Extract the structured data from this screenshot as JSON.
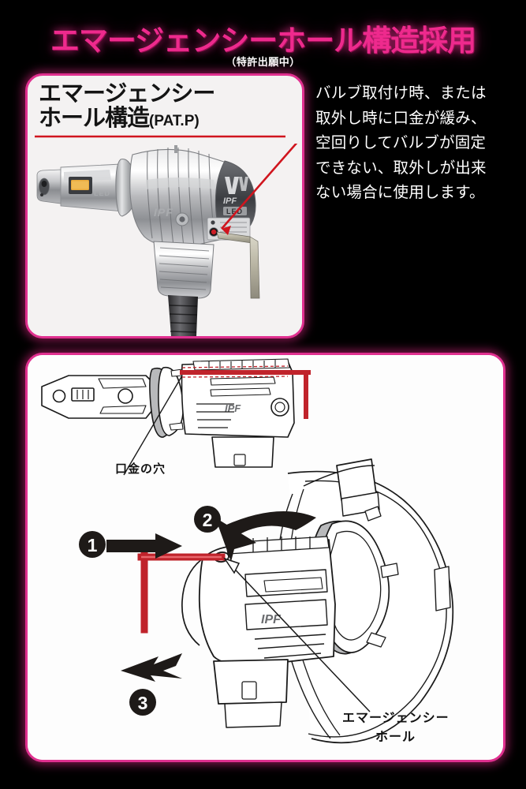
{
  "header": {
    "title": "エマージェンシーホール構造採用",
    "subtitle": "（特許出願中）",
    "title_color": "#ee2a8d",
    "subtitle_color": "#ffffff"
  },
  "panel_top": {
    "heading_line1": "エマージェンシー",
    "heading_line2": "ホール構造",
    "heading_suffix": "(PAT.P)",
    "product_photo": {
      "alt_name": "ipf-led-bulb-photo",
      "brand_mark": "IPF",
      "sub_mark": "LED",
      "callout_arrow": "red-arrow-to-emergency-hole",
      "tool": "hex-key"
    }
  },
  "body_copy": {
    "line1": "バルブ取付け時、または",
    "line2": "取外し時に口金が緩み、",
    "line3": "空回りしてバルブが固定",
    "line4": "できない、取外しが出来",
    "line5": "ない場合に使用します。"
  },
  "panel_bottom": {
    "label_socket_hole": "口金の穴",
    "label_emergency_hole_line1": "エマージェンシー",
    "label_emergency_hole_line2": "ホール",
    "steps": [
      {
        "number": "1",
        "glyph": "❶",
        "arrow": "arrow-right"
      },
      {
        "number": "2",
        "glyph": "❷",
        "arrow": "arrow-curve-down"
      },
      {
        "number": "3",
        "glyph": "❸",
        "arrow": "arrow-left-chevron"
      }
    ],
    "tool_color": "#c0232b",
    "line_color": "#1a1a1a"
  },
  "colors": {
    "background": "#000000",
    "panel_fill": "#f4f2f2",
    "panel_border": "#e0308f",
    "accent_pink": "#ee2a8d",
    "ink": "#141414",
    "tool_red": "#c0232b"
  }
}
